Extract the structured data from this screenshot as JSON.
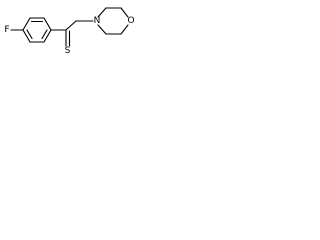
{
  "molecule": {
    "atoms": {
      "fluorine": "F",
      "sulfur": "S",
      "nitrogen": "N",
      "oxygen": "O"
    },
    "colors": {
      "bond": "#000000",
      "label": "#000000",
      "background": "#ffffff"
    }
  }
}
